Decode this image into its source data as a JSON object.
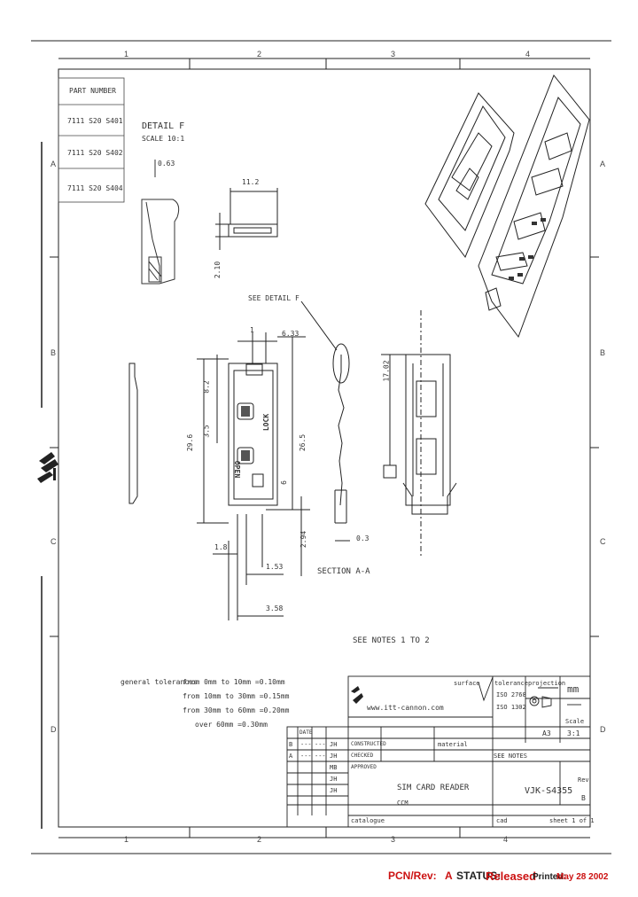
{
  "grid": {
    "columns_top": [
      "1",
      "2",
      "3",
      "4"
    ],
    "columns_bottom": [
      "1",
      "2",
      "3",
      "4"
    ],
    "rows_left": [
      "A",
      "B",
      "C",
      "D"
    ],
    "rows_right": [
      "A",
      "B",
      "C",
      "D"
    ]
  },
  "part_list": {
    "header": "PART NUMBER",
    "items": [
      "7111 S20 S401",
      "7111 S20 S402",
      "7111 S20 S404"
    ]
  },
  "detail_f": {
    "title": "DETAIL F",
    "scale": "SCALE 10:1",
    "dim": "0.63"
  },
  "dims": {
    "top_width": "11.2",
    "side_height": "2.10",
    "d1": "1",
    "d2": "6.33",
    "d3": "29.6",
    "d4": "3.5",
    "d5": "8.2",
    "d6": "26.5",
    "d7": "6",
    "d8": "2.94",
    "d9": "1.8",
    "d10": "1.53",
    "d11": "3.58",
    "d12": "17.02",
    "d13": "0.3"
  },
  "labels": {
    "see_detail_f": "SEE DETAIL F",
    "section_aa": "SECTION A-A",
    "see_notes": "SEE NOTES 1 TO 2",
    "open": "OPEN",
    "lock": "LOCK"
  },
  "tolerances": {
    "title": "general tolerances",
    "lines": [
      "from 0mm to 10mm =0.10mm",
      "from 10mm to 30mm =0.15mm",
      "from 30mm to 60mm =0.20mm",
      "over 60mm =0.30mm"
    ]
  },
  "title_block": {
    "website": "www.itt-cannon.com",
    "surface": "surface",
    "tolerance": "tolerance",
    "tol_values": [
      "ISO 2768",
      "ISO 1302"
    ],
    "projection": "projection",
    "unit": "mm",
    "scale_label": "Scale",
    "format": "A3",
    "scale_value": "3:1",
    "rows_left": [
      "DATE",
      "CONSTRUCTED",
      "CHECKED",
      "APPROVED"
    ],
    "material": "material",
    "material_value": "SEE NOTES",
    "title_label": "SIM CARD READER",
    "subtitle": "CCM",
    "drawing_no": "VJK-S4355",
    "rev_label": "Rev",
    "rev_value": "B",
    "sheet": "sheet 1 of 1",
    "catalogue": "catalogue",
    "cad": "cad"
  },
  "revisions": [
    [
      "B",
      "---",
      "---",
      "JH"
    ],
    [
      "A",
      "---",
      "---",
      "JH"
    ],
    [
      "",
      "",
      "",
      "MB"
    ],
    [
      "",
      "",
      "",
      "JH"
    ],
    [
      "",
      "",
      "",
      "JH"
    ]
  ],
  "footer": {
    "pcn_label": "PCN/Rev:",
    "pcn_value": "A",
    "status_label": "STATUS:",
    "status_value": "Released",
    "printed_label": "Printed:",
    "printed_value": "May 28 2002"
  },
  "colors": {
    "accent": "#cc1111",
    "line": "#222222"
  }
}
